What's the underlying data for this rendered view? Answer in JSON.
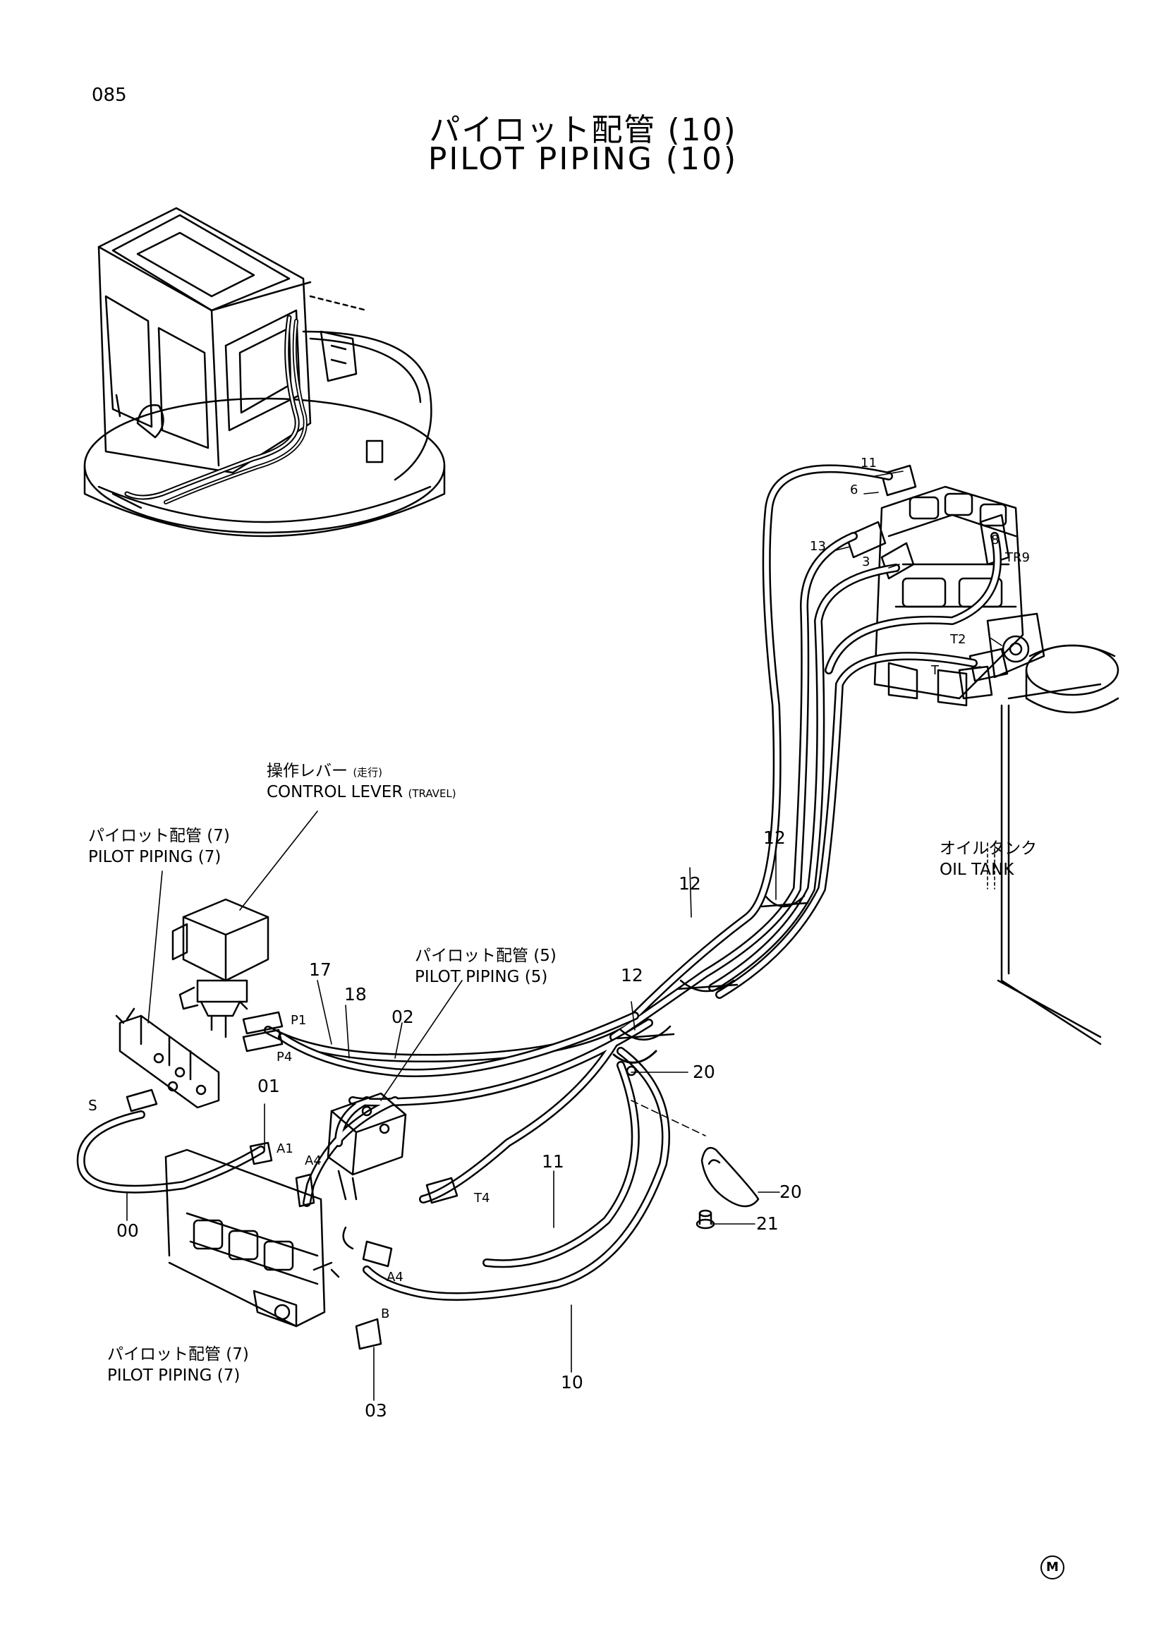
{
  "page_number": "085",
  "title_jp": "パイロット配管 (10)",
  "title_en": "PILOT PIPING (10)",
  "labels": {
    "control_lever_jp": "操作レバー",
    "control_lever_jp_sub": "(走行)",
    "control_lever_en": "CONTROL LEVER",
    "control_lever_en_sub": "(TRAVEL)",
    "pp7_top_jp": "パイロット配管 (7)",
    "pp7_top_en": "PILOT PIPING (7)",
    "pp5_jp": "パイロット配管 (5)",
    "pp5_en": "PILOT PIPING (5)",
    "oil_tank_jp": "オイルタンク",
    "oil_tank_en": "OIL TANK",
    "pp7_bottom_jp": "パイロット配管 (7)",
    "pp7_bottom_en": "PILOT PIPING (7)"
  },
  "callouts": [
    "11",
    "6",
    "13",
    "3",
    "8",
    "TR9",
    "T2",
    "T",
    "12",
    "12",
    "12",
    "17",
    "18",
    "02",
    "P1",
    "P4",
    "01",
    "S",
    "A1",
    "A4",
    "20",
    "11",
    "T4",
    "20",
    "21",
    "00",
    "A4",
    "B",
    "10",
    "03"
  ],
  "mark": "M"
}
